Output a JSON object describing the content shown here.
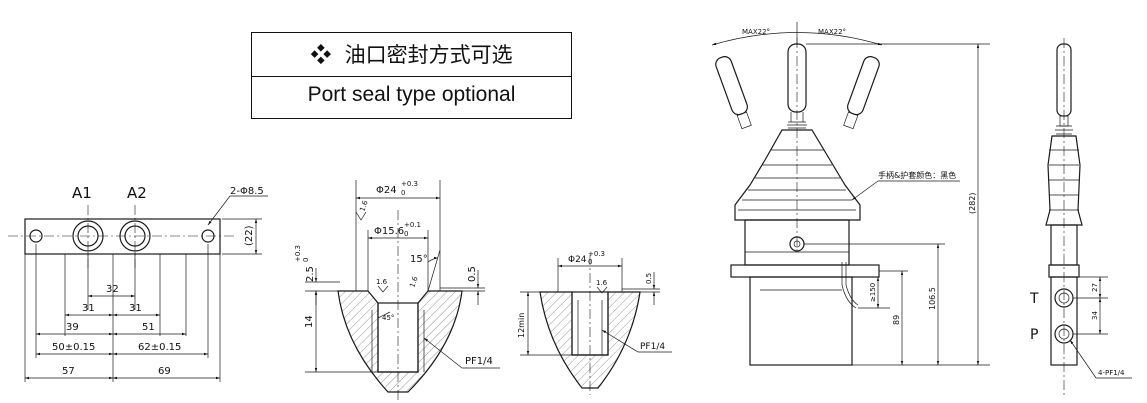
{
  "legend": {
    "bullet": "❖",
    "title_cn": "油口密封方式可选",
    "title_en": "Port seal type optional"
  },
  "base_view": {
    "label_a1": "A1",
    "label_a2": "A2",
    "hole_note": "2-Φ8.5",
    "dim_22": "(22)",
    "dim_32": "32",
    "dim_31a": "31",
    "dim_31b": "31",
    "dim_39": "39",
    "dim_51": "51",
    "dim_50": "50±0.15",
    "dim_62": "62±0.15",
    "dim_57": "57",
    "dim_69": "69"
  },
  "section1": {
    "dia24": "Φ24",
    "dia24_tol_up": "+0.3",
    "dia24_tol_lo": "0",
    "dia156": "Φ15.6",
    "dia156_tol_up": "+0.1",
    "dia156_tol_lo": "0",
    "rough1": "1.6",
    "rough2": "1.6",
    "rough3": "1.6",
    "angle15": "15°",
    "dim_25": "2.5",
    "dim_25_tol_up": "+0.3",
    "dim_25_tol_lo": "0",
    "dim_05": "0.5",
    "dim_14": "14",
    "angle45": "45°",
    "thread": "PF1/4"
  },
  "section2": {
    "dia24": "Φ24",
    "dia24_tol_up": "+0.3",
    "dia24_tol_lo": "0",
    "rough": "1.6",
    "dim_05": "0.5",
    "dim_12": "12min",
    "thread": "PF1/4"
  },
  "joystick": {
    "max_left": "MAX22°",
    "max_right": "MAX22°",
    "color_note": "手柄&护套颜色：黑色",
    "dim_282": "(282)",
    "dim_1065": "106.5",
    "dim_89": "89",
    "dim_150": "≥150"
  },
  "side_view": {
    "port_t": "T",
    "port_p": "P",
    "dim_27": "27",
    "dim_34": "34",
    "port_note": "4-PF1/4"
  }
}
